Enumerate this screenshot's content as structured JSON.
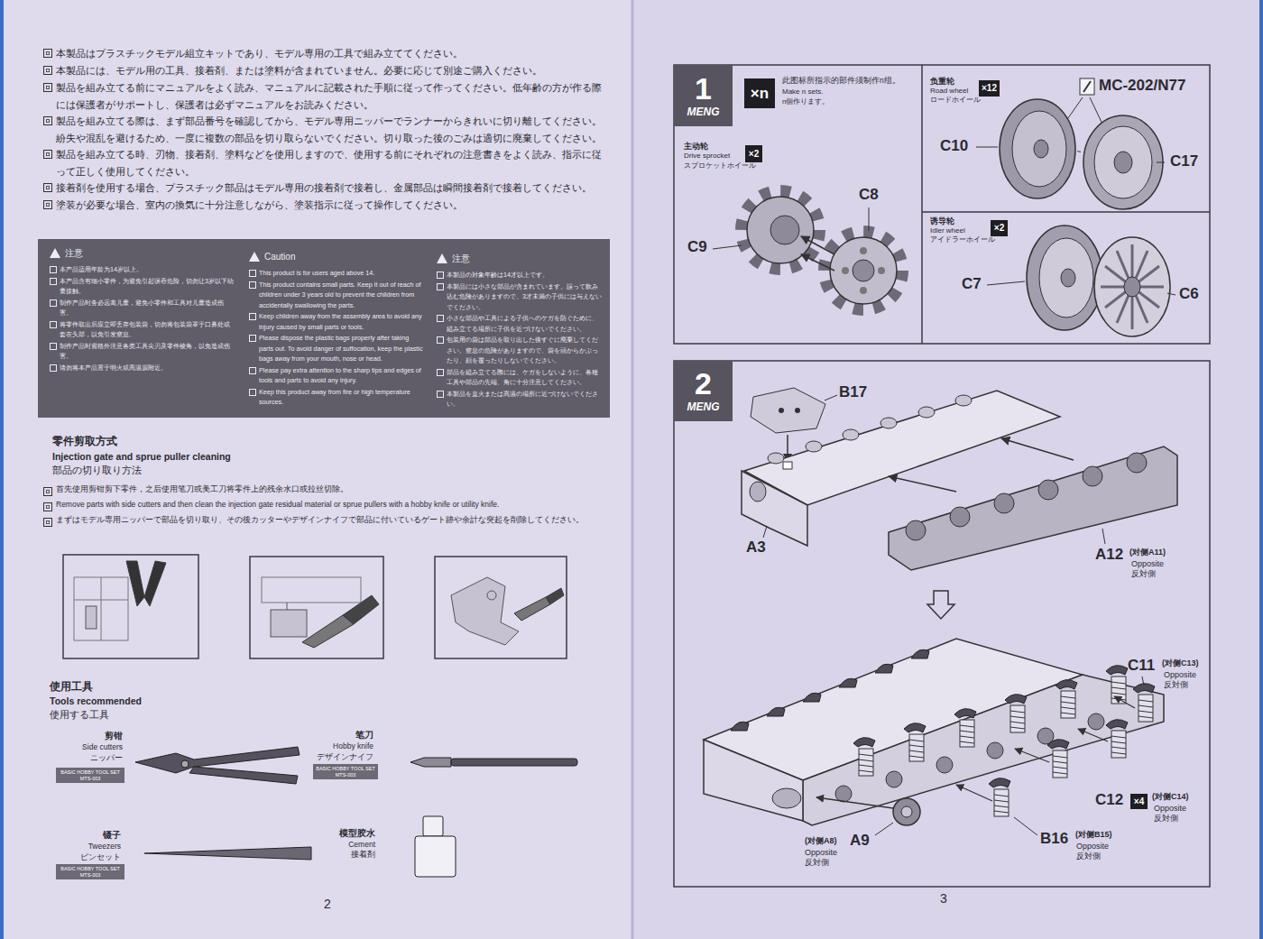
{
  "diagram": {
    "nodes": [
      {
        "text": [
          "注意",
          "本产品适用年龄为14岁以上。",
          "本产品含有细小零件，为避免引起误吞危险，切勿让3岁以下幼童接触。",
          "制作产品时务必远离儿童，避免小零件和工具对儿童造成伤害。",
          "将零件取出后应立即丢弃包装袋，切勿将包装袋罩于口鼻处或套在头部，以免引发窒息。",
          "制作产品时需格外注意各类工具尖刃及零件棱角，以免造成伤害。",
          "请勿将本产品置于明火或高温源附近。",
          "Caution",
          "This product is for users aged above 14.",
          "This product contains small parts. Keep it out of reach of children under 3 years old to prevent the children from accidentally swallowing the parts.",
          "Keep children away from the assembly area to avoid any injury caused by small parts or tools.",
          "Please dispose the plastic bags properly after taking parts out. To avoid danger of suffocation, keep the plastic bags away from your mouth, nose or head.",
          "Please pay extra attention to the sharp tips and edges of tools and parts to avoid any injury.",
          "Keep this product away from fire or high temperature sources.",
          "注意",
          "本製品の対象年齢は14才以上です。",
          "本製品には小さな部品が含まれています。誤って飲み込む危険がありますので、3才未満の子供には与えないでください。",
          "小さな部品や工具による子供へのケガを防ぐために、組み立てる場所に子供を近づけないでください。",
          "包装用の袋は部品を取り出した後すぐに廃棄してください。窒息の危険がありますので、袋を頭からかぶったり、顔を覆ったりしないでください。",
          "部品を組み立てる際には、ケガをしないように、各種工具や部品の先端、角に十分注意してください。",
          "本製品を直火または高温の場所に近づけないでください。"
        ]
      },
      {
        "text": [
          "BASIC HOBBY TOOL SET",
          "MTS-003"
        ]
      },
      {
        "text": [
          "BASIC HOBBY TOOL SET",
          "MTS-003"
        ]
      },
      {
        "text": [
          "BASIC HOBBY TOOL SET",
          "MTS-003"
        ]
      },
      {
        "text": [
          "1",
          "MENG"
        ]
      },
      {
        "text": [
          "×n"
        ]
      },
      {
        "text": [
          "×2"
        ]
      },
      {
        "text": [
          "×12"
        ]
      },
      {
        "text": [
          "×2"
        ]
      },
      {
        "text": [
          "2",
          "MENG"
        ]
      },
      {
        "text": [
          "×4"
        ]
      }
    ],
    "labels": [
      "本製品はプラスチックモデル組立キットであり、モデル専用の工具で組み立ててください。",
      "本製品には、モデル用の工具、接着剤、または塗料が含まれていません。必要に応じて別途ご購入ください。",
      "製品を組み立てる前にマニュアルをよく読み、マニュアルに記載された手順に従って作ってください。低年齢の方が作る際には保護者がサポートし、保護者は必ずマニュアルをお読みください。",
      "製品を組み立てる際は、まず部品番号を確認してから、モデル専用ニッパーでランナーからきれいに切り離してください。紛失や混乱を避けるため、一度に複数の部品を切り取らないでください。切り取った後のごみは適切に廃棄してください。",
      "製品を組み立てる時、刃物、接着剤、塗料などを使用しますので、使用する前にそれぞれの注意書きをよく読み、指示に従って正しく使用してください。",
      "接着剤を使用する場合、プラスチック部品はモデル専用の接着剤で接着し、金属部品は瞬間接着剤で接着してください。",
      "塗装が必要な場合、室内の換気に十分注意しながら、塗装指示に従って操作してください。",
      "零件剪取方式",
      "Injection gate and sprue puller cleaning",
      "部品の切り取り方法",
      "首先使用剪钳剪下零件，之后使用笔刀或美工刀将零件上的残余水口或拉丝切除。",
      "Remove parts with side cutters and then clean the injection gate residual material or sprue pullers with a hobby knife or utility knife.",
      "まずはモデル専用ニッパーで部品を切り取り、その後カッターやデザインナイフで部品に付いているゲート跡や余計な突起を削除してください。",
      "使用工具",
      "Tools recommended",
      "使用する工具",
      "剪钳",
      "Side cutters",
      "ニッパー",
      "笔刀",
      "Hobby knife",
      "デザインナイフ",
      "镊子",
      "Tweezers",
      "ピンセット",
      "模型胶水",
      "Cement",
      "接着剤",
      "2",
      "3",
      "此图标所指示的部件须制作n组。",
      "Make n sets.",
      "n個作ります。",
      "主动轮",
      "Drive sprocket",
      "スプロケットホイール",
      "C9",
      "C8",
      "负重轮",
      "Road wheel",
      "ロードホイール",
      "MC-202/N77",
      "C10",
      "C17",
      "诱导轮",
      "Idler wheel",
      "アイドラーホイール",
      "C7",
      "C6",
      "B17",
      "A3",
      "A12",
      "(对侧A11)",
      "Opposite",
      "反対側",
      "C11",
      "(对侧C13)",
      "Opposite",
      "反対側",
      "C12",
      "(对侧C14)",
      "Opposite",
      "反対側",
      "(对侧A8)",
      "A9",
      "Opposite",
      "反対側",
      "B16",
      "(对侧B15)",
      "Opposite",
      "反対側"
    ]
  }
}
